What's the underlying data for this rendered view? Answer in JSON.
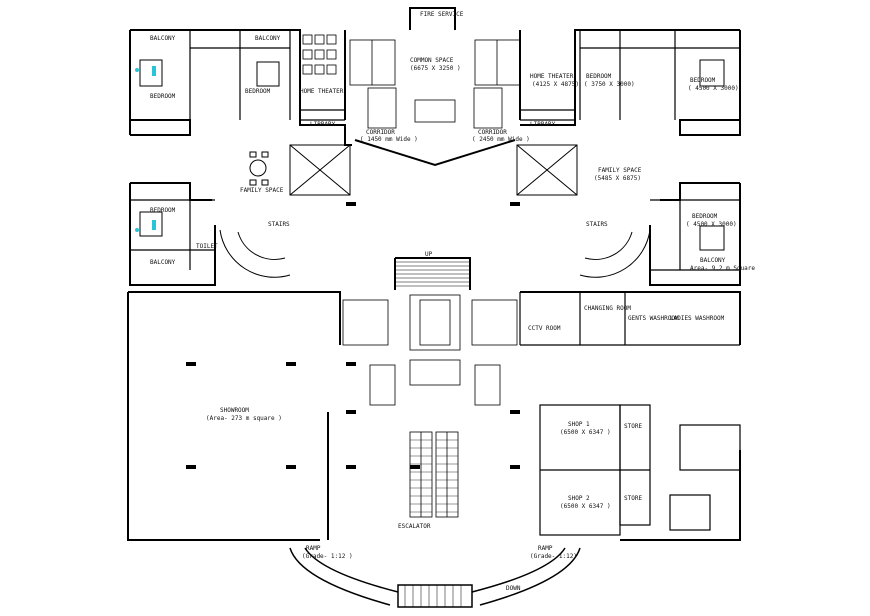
{
  "labels": {
    "fire_service": "FIRE SERVICE",
    "balcony_tl1": "BALCONY",
    "balcony_tl2": "BALCONY",
    "bedroom_tl": "BEDROOM",
    "bedroom_tl2": "BEDROOM",
    "home_theater_l": "HOME THEATER",
    "common_space": "COMMON SPACE",
    "common_space_dim": "(6675 X 3250 )",
    "home_theater_r": "HOME THEATER",
    "home_theater_r_dim": "(4125 X 4875)",
    "bedroom_tr": "BEDROOM",
    "bedroom_tr_dim": "( 3750 X 3000)",
    "bedroom_tr2": "BEDROOM",
    "bedroom_tr2_dim": "( 4500 X 3000)",
    "library_l": "LIBRARY",
    "library_r": "LIBRARY",
    "family_space_l": "FAMILY SPACE",
    "family_space_r": "FAMILY SPACE",
    "family_space_r_dim": "(5485 X 6875)",
    "bedroom_ml": "BEDROOM",
    "balcony_ml": "BALCONY",
    "toilet": "TOILET",
    "bedroom_mr": "BEDROOM",
    "bedroom_mr_dim": "( 4500 X 3000)",
    "balcony_mr": "BALCONY",
    "balcony_mr_area": "Area- 9.2 m Square",
    "stairs": "STAIRS",
    "up": "UP",
    "showroom": "SHOWROOM",
    "showroom_area": "(Area- 273 m square )",
    "cctv_room": "CCTV ROOM",
    "changing_room": "CHANGING ROOM",
    "gents_washroom": "GENTS WASHROOM",
    "ladies_washroom": "LADIES WASHROOM",
    "shop1": "SHOP 1",
    "shop1_dim": "(6500 X 6347 )",
    "shop2": "SHOP 2",
    "shop2_dim": "(6500 X 6347 )",
    "store": "STORE",
    "escalator": "ESCALATOR",
    "ramp_l": "RAMP",
    "ramp_l_grad": "(Grade- 1:12 )",
    "ramp_r": "RAMP",
    "ramp_r_grad": "(Grade- 1:12)",
    "down": "DOWN",
    "corridor": "CORRIDOR",
    "corridor_dim": "( 1450 mm Wide )",
    "corridor_r_dim": "( 2450 mm Wide )"
  }
}
